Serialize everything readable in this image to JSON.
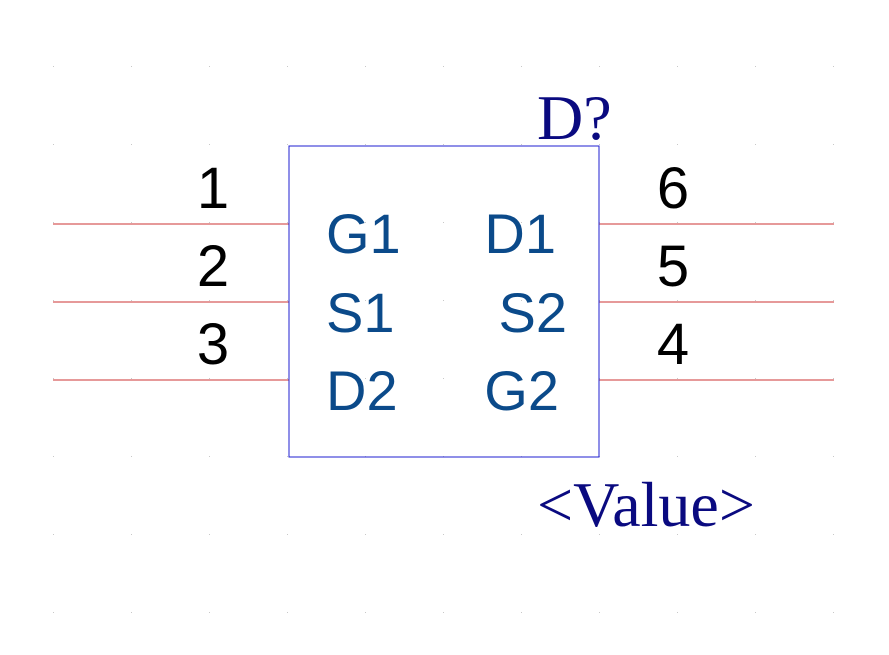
{
  "component": {
    "designator": "D?",
    "value": "<Value>",
    "colors": {
      "body_outline": "#1f1fd0",
      "pin_line": "#cc3333",
      "pin_number": "#000000",
      "pin_name": "#0b4a8a",
      "designator": "#0a0a80",
      "grid_dot": "#c8c8c8"
    },
    "pins_left": [
      {
        "number": "1",
        "name": "G1"
      },
      {
        "number": "2",
        "name": "S1"
      },
      {
        "number": "3",
        "name": "D2"
      }
    ],
    "pins_right": [
      {
        "number": "6",
        "name": "D1"
      },
      {
        "number": "5",
        "name": "S2"
      },
      {
        "number": "4",
        "name": "G2"
      }
    ]
  }
}
